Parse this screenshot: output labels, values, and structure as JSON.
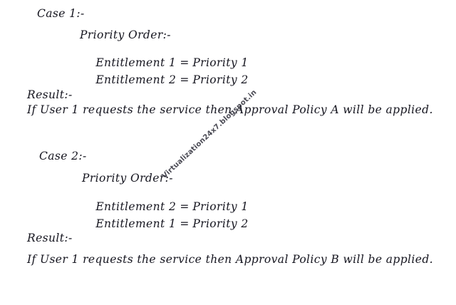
{
  "document": {
    "background_color": "#ffffff",
    "text_color": "#15151f"
  },
  "watermark": {
    "text": "Virtualization24x7.blogspot.in",
    "color": "#3b3b46"
  },
  "cases": [
    {
      "heading": "Case 1:-",
      "priority_order_label": "Priority Order:-",
      "rows": [
        {
          "entitlement": "Entitlement 1",
          "equals": "=",
          "priority": "Priority 1"
        },
        {
          "entitlement": "Entitlement 2",
          "equals": "=",
          "priority": "Priority 2"
        }
      ],
      "result_label": "Result:-",
      "result_text": "If User 1 requests the service then Approval Policy A will be applied."
    },
    {
      "heading": "Case 2:-",
      "priority_order_label": "Priority Order:-",
      "rows": [
        {
          "entitlement": "Entitlement 2",
          "equals": "=",
          "priority": "Priority 1"
        },
        {
          "entitlement": "Entitlement 1",
          "equals": "=",
          "priority": "Priority 2"
        }
      ],
      "result_label": "Result:-",
      "result_text": "If User 1 requests the service then Approval Policy B will be applied."
    }
  ]
}
